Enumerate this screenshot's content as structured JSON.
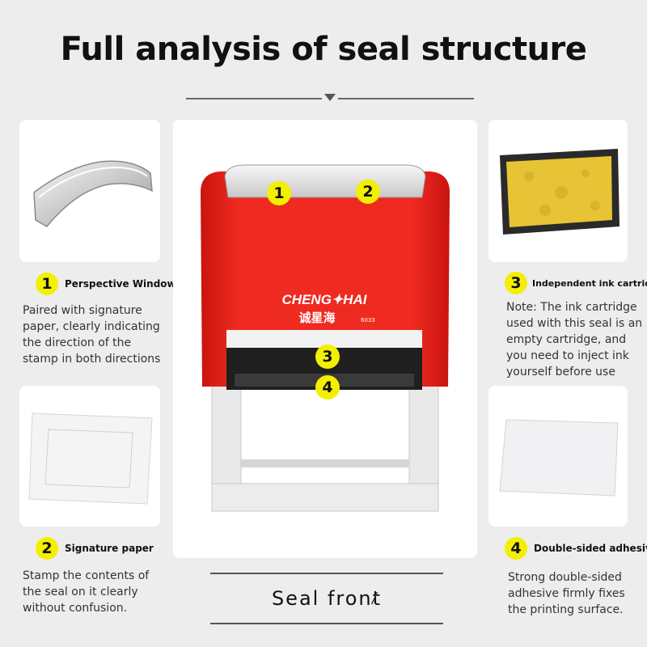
{
  "title": "Full analysis of seal structure",
  "parts": [
    {
      "number": "1",
      "label": "Perspective Window",
      "description": "Paired with signature paper, clearly indicating the direction of the stamp in both directions"
    },
    {
      "number": "2",
      "label": "Signature paper",
      "description": "Stamp the contents of the seal on it clearly without confusion."
    },
    {
      "number": "3",
      "label": "Independent ink cartridge",
      "description": "Note: The ink cartridge used with this seal is an empty cartridge, and you need to inject ink yourself before use"
    },
    {
      "number": "4",
      "label": "Double-sided adhesive",
      "description": "Strong double-sided adhesive firmly fixes the printing surface."
    }
  ],
  "stamp": {
    "brand": "CHENG✦HAI",
    "brand_cn": "诚星海",
    "model": "6033",
    "markers": [
      "1",
      "2",
      "3",
      "4"
    ]
  },
  "footer_label": "Seal front",
  "footer_slash": "/",
  "colors": {
    "badge": "#f3ef00",
    "stamp_red": "#e8241c",
    "background": "#ededed"
  }
}
